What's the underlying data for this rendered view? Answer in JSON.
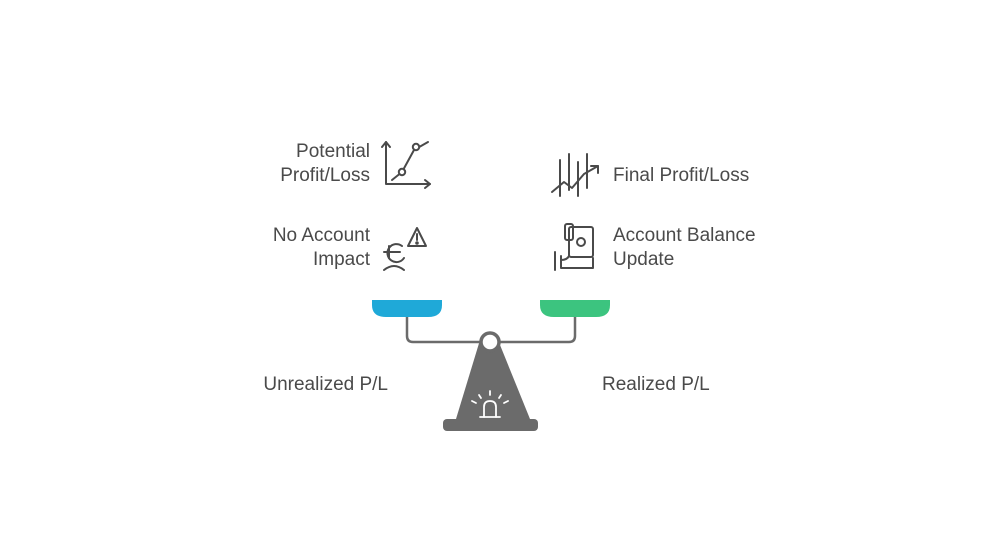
{
  "left": {
    "label": "Unrealized P/L",
    "items": [
      {
        "line1": "Potential",
        "line2": "Profit/Loss",
        "icon": "line-graph-icon"
      },
      {
        "line1": "No Account",
        "line2": "Impact",
        "icon": "person-warning-icon"
      }
    ],
    "pan_color": "#1fa9d8"
  },
  "right": {
    "label": "Realized P/L",
    "items": [
      {
        "line1": "Final Profit/Loss",
        "icon": "trend-bars-icon"
      },
      {
        "line1": "Account Balance",
        "line2": "Update",
        "icon": "hand-cash-icon"
      }
    ],
    "pan_color": "#3cc47f"
  },
  "colors": {
    "scale": "#6b6b6b",
    "text": "#4a4a4a"
  }
}
